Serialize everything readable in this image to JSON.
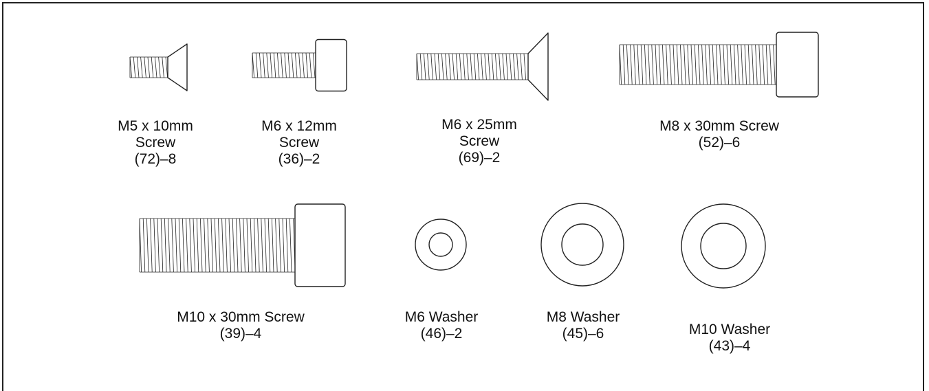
{
  "parts": [
    {
      "id": "m5x10",
      "type": "screw",
      "head": "countersunk",
      "lines": [
        "M5 x 10mm",
        "Screw",
        "(72)–8"
      ]
    },
    {
      "id": "m6x12",
      "type": "screw",
      "head": "socket",
      "lines": [
        "M6 x 12mm",
        "Screw",
        "(36)–2"
      ]
    },
    {
      "id": "m6x25",
      "type": "screw",
      "head": "countersunk",
      "lines": [
        "M6 x 25mm",
        "Screw",
        "(69)–2"
      ]
    },
    {
      "id": "m8x30",
      "type": "screw",
      "head": "socket",
      "lines": [
        "M8 x 30mm Screw",
        "(52)–6"
      ]
    },
    {
      "id": "m10x30",
      "type": "screw",
      "head": "socket",
      "lines": [
        "M10 x 30mm Screw",
        "(39)–4"
      ]
    },
    {
      "id": "m6w",
      "type": "washer",
      "lines": [
        "M6 Washer",
        "(46)–2"
      ]
    },
    {
      "id": "m8w",
      "type": "washer",
      "lines": [
        "M8 Washer",
        "(45)–6"
      ]
    },
    {
      "id": "m10w",
      "type": "washer",
      "lines": [
        "M10 Washer",
        "(43)–4"
      ]
    }
  ]
}
